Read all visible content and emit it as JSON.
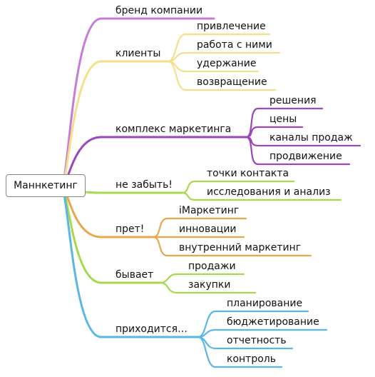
{
  "root": {
    "label": "Маннкетинг"
  },
  "branches": [
    {
      "label": "бренд компании",
      "color": "#c77ad6",
      "children": []
    },
    {
      "label": "клиенты",
      "color": "#f6df8a",
      "children": [
        "привлечение",
        "работа с ними",
        "удержание",
        "возвращение"
      ]
    },
    {
      "label": "комплекс маркетинга",
      "color": "#9b45be",
      "children": [
        "решения",
        "цены",
        "каналы продаж",
        "продвижение"
      ]
    },
    {
      "label": "не забыть!",
      "color": "#a8d84c",
      "children": [
        "точки контакта",
        "исследования и анализ"
      ]
    },
    {
      "label": "прет!",
      "color": "#e8a74c",
      "children": [
        "iМаркетинг",
        "инновации",
        "внутренний маркетинг"
      ]
    },
    {
      "label": "бывает",
      "color": "#a8d84c",
      "children": [
        "продажи",
        "закупки"
      ]
    },
    {
      "label": "приходится…",
      "color": "#5ab6e6",
      "children": [
        "планирование",
        "бюджетирование",
        "отчетность",
        "контроль"
      ]
    }
  ]
}
